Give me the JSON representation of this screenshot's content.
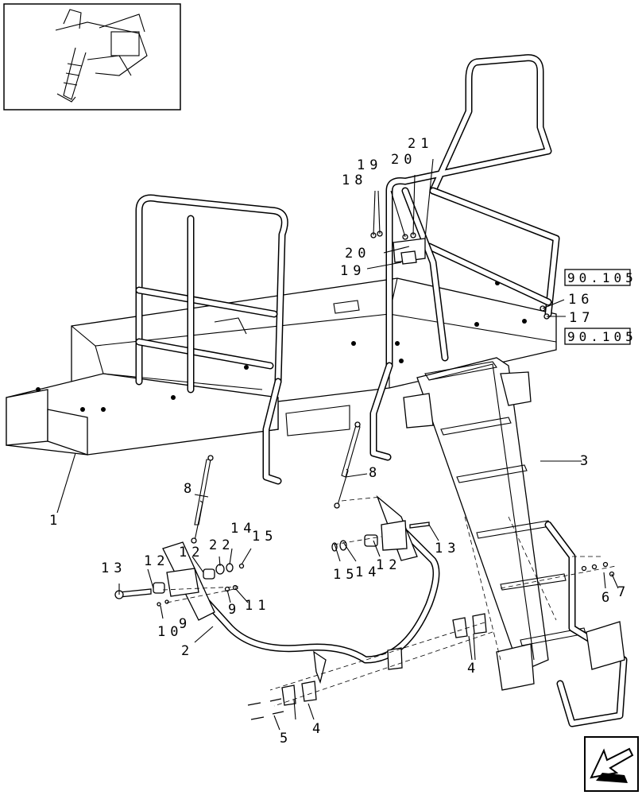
{
  "callouts": {
    "c1": "1",
    "c2": "2",
    "c3": "3",
    "c4a": "4",
    "c4b": "4",
    "c5": "5",
    "c6": "6",
    "c7": "7",
    "c8a": "8",
    "c8b": "8",
    "c9a": "9",
    "c9b": "9",
    "c10": "10",
    "c11": "11",
    "c12a": "12",
    "c12b": "12",
    "c12c": "12",
    "c13a": "13",
    "c13b": "13",
    "c14a": "14",
    "c14b": "14",
    "c15a": "15",
    "c15b": "15",
    "c16": "16",
    "c17": "17",
    "c18": "18",
    "c19a": "19",
    "c19b": "19",
    "c20a": "20",
    "c20b": "20",
    "c21": "21",
    "c22": "22"
  },
  "refs": {
    "ref1": "90.105",
    "ref2": "90.105"
  },
  "nav": {
    "icon": "next-page-arrow-icon"
  }
}
